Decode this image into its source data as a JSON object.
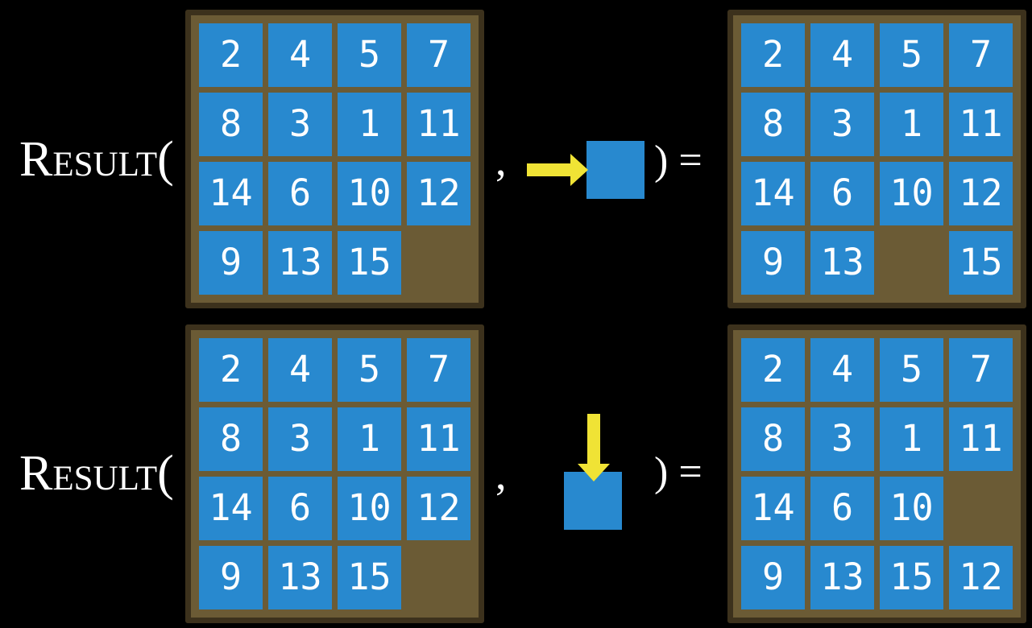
{
  "figure": {
    "background": "#000000",
    "colors": {
      "background": "#000000",
      "tile_blue": "#2889CF",
      "board_fill": "#6B5B35",
      "board_border": "#3C311C",
      "arrow_yellow": "#F0E335",
      "text_color": "#FFFFFF"
    },
    "rows": [
      {
        "function_label": "Result(",
        "comma": ",",
        "close_paren_equals": ") =",
        "action": {
          "icon": "right-arrow-icon",
          "direction": "right",
          "tile": "blue-action-tile"
        },
        "input_board": [
          [
            2,
            4,
            5,
            7
          ],
          [
            8,
            3,
            1,
            11
          ],
          [
            14,
            6,
            10,
            12
          ],
          [
            9,
            13,
            15,
            null
          ]
        ],
        "output_board": [
          [
            2,
            4,
            5,
            7
          ],
          [
            8,
            3,
            1,
            11
          ],
          [
            14,
            6,
            10,
            12
          ],
          [
            9,
            13,
            null,
            15
          ]
        ]
      },
      {
        "function_label": "Result(",
        "comma": ",",
        "close_paren_equals": ") =",
        "action": {
          "icon": "down-arrow-icon",
          "direction": "down",
          "tile": "blue-action-tile"
        },
        "input_board": [
          [
            2,
            4,
            5,
            7
          ],
          [
            8,
            3,
            1,
            11
          ],
          [
            14,
            6,
            10,
            12
          ],
          [
            9,
            13,
            15,
            null
          ]
        ],
        "output_board": [
          [
            2,
            4,
            5,
            7
          ],
          [
            8,
            3,
            1,
            11
          ],
          [
            14,
            6,
            10,
            null
          ],
          [
            9,
            13,
            15,
            12
          ]
        ]
      }
    ]
  }
}
